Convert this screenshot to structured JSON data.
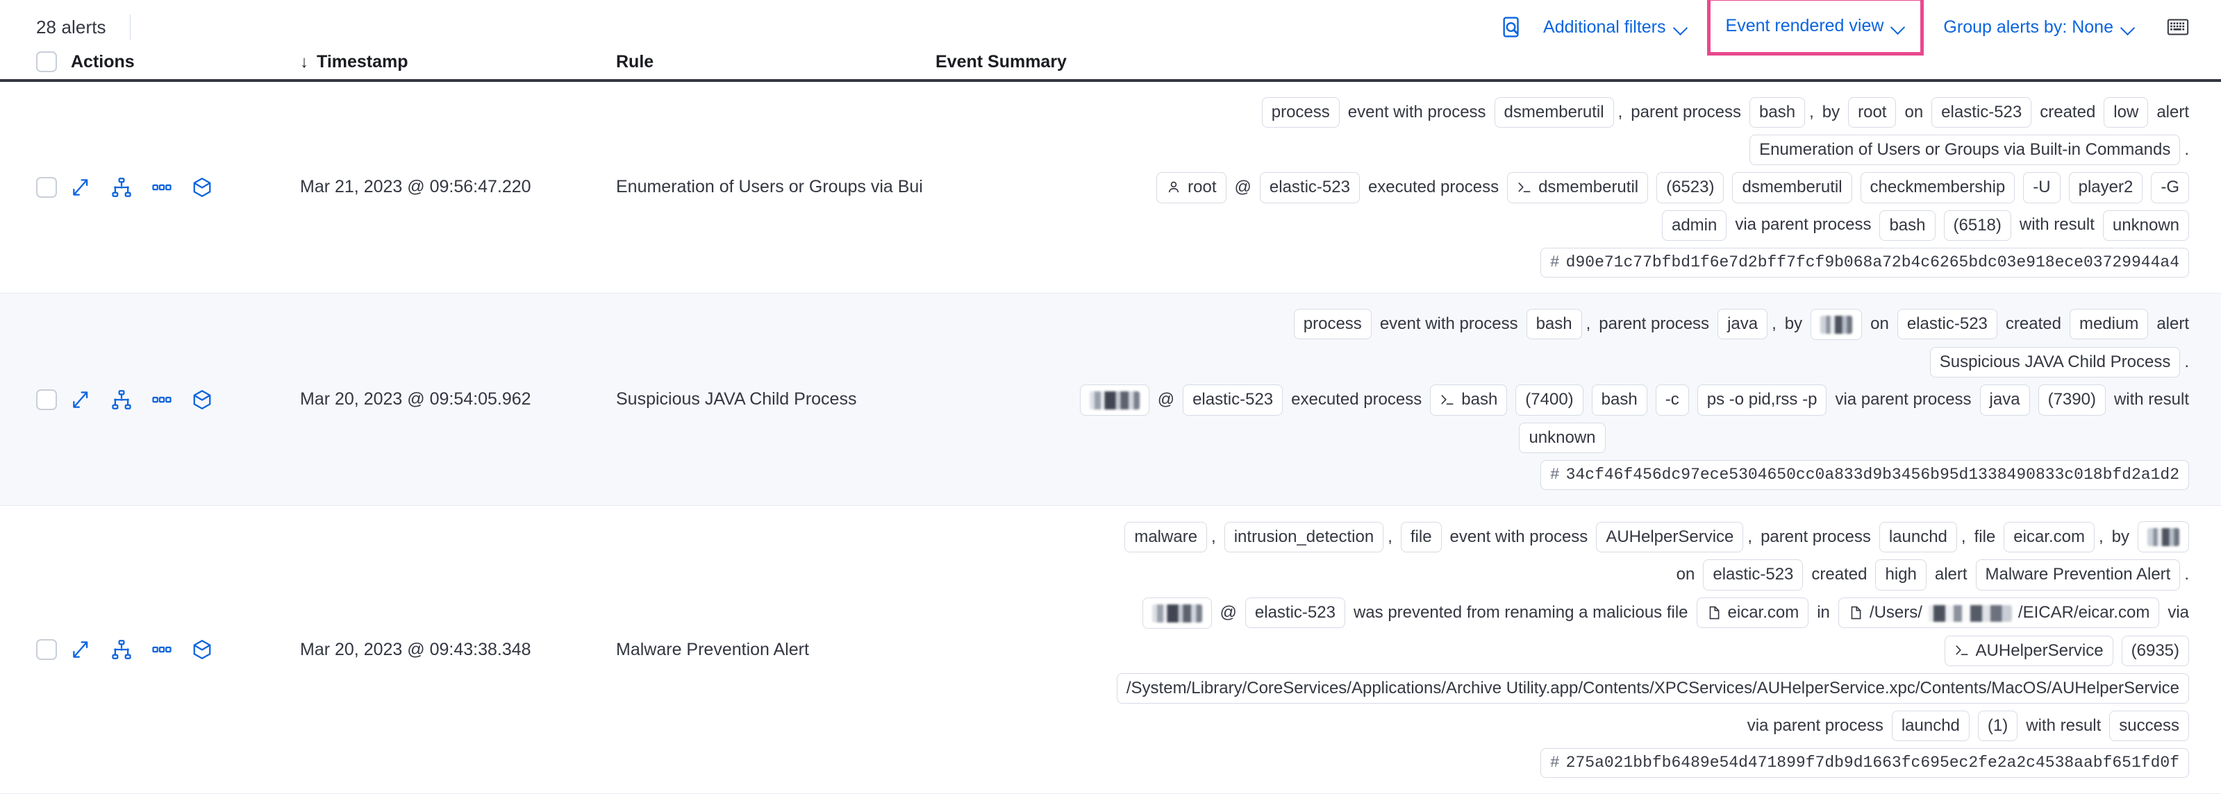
{
  "toolbar": {
    "alerts_count": "28 alerts",
    "additional_filters": "Additional filters",
    "event_rendered_view": "Event rendered view",
    "group_alerts_by": "Group alerts by: None",
    "inspect_icon": "inspect-icon",
    "keyboard_icon": "keyboard-shortcuts-icon",
    "highlight_color": "#e9488e",
    "link_color": "#0b64dd"
  },
  "table": {
    "columns": {
      "actions": "Actions",
      "timestamp": "Timestamp",
      "rule": "Rule",
      "event_summary": "Event Summary",
      "sort_indicator": "↓"
    },
    "row_action_icons": [
      "expand-icon",
      "session-view-icon",
      "more-actions-icon",
      "analyzer-cube-icon"
    ]
  },
  "rows": [
    {
      "timestamp": "Mar 21, 2023 @ 09:56:47.220",
      "rule": "Enumeration of Users or Groups via Bui",
      "summary_lines": [
        {
          "align": "right",
          "tokens": [
            {
              "t": "chip",
              "v": "process"
            },
            {
              "t": "text",
              "v": "event with process"
            },
            {
              "t": "chip",
              "v": "dsmemberutil"
            },
            {
              "t": "punct",
              "v": ","
            },
            {
              "t": "text",
              "v": "parent process"
            },
            {
              "t": "chip",
              "v": "bash"
            },
            {
              "t": "punct",
              "v": ","
            },
            {
              "t": "text",
              "v": "by"
            },
            {
              "t": "chip",
              "v": "root"
            },
            {
              "t": "text",
              "v": "on"
            },
            {
              "t": "chip",
              "v": "elastic-523"
            },
            {
              "t": "text",
              "v": "created"
            },
            {
              "t": "chip",
              "v": "low"
            },
            {
              "t": "text",
              "v": "alert"
            }
          ]
        },
        {
          "align": "right",
          "tokens": [
            {
              "t": "chip",
              "v": "Enumeration of Users or Groups via Built-in Commands"
            },
            {
              "t": "punct",
              "v": "."
            }
          ]
        },
        {
          "align": "right",
          "tokens": [
            {
              "t": "chip",
              "v": "root",
              "icon": "user-icon"
            },
            {
              "t": "text",
              "v": "@"
            },
            {
              "t": "chip",
              "v": "elastic-523"
            },
            {
              "t": "text",
              "v": "executed process"
            },
            {
              "t": "chip",
              "v": "dsmemberutil",
              "icon": "console-icon"
            },
            {
              "t": "chip",
              "v": "(6523)"
            },
            {
              "t": "chip",
              "v": "dsmemberutil"
            },
            {
              "t": "chip",
              "v": "checkmembership"
            },
            {
              "t": "chip",
              "v": "-U"
            },
            {
              "t": "chip",
              "v": "player2"
            },
            {
              "t": "chip",
              "v": "-G"
            }
          ]
        },
        {
          "align": "right",
          "tokens": [
            {
              "t": "chip",
              "v": "admin"
            },
            {
              "t": "text",
              "v": "via parent process"
            },
            {
              "t": "chip",
              "v": "bash"
            },
            {
              "t": "chip",
              "v": "(6518)"
            },
            {
              "t": "text",
              "v": "with result"
            },
            {
              "t": "chip",
              "v": "unknown"
            }
          ]
        },
        {
          "align": "right",
          "tokens": [
            {
              "t": "hash",
              "v": "d90e71c77bfbd1f6e7d2bff7fcf9b068a72b4c6265bdc03e918ece03729944a4"
            }
          ]
        }
      ]
    },
    {
      "timestamp": "Mar 20, 2023 @ 09:54:05.962",
      "rule": "Suspicious JAVA Child Process",
      "summary_lines": [
        {
          "align": "right",
          "tokens": [
            {
              "t": "chip",
              "v": "process"
            },
            {
              "t": "text",
              "v": "event with process"
            },
            {
              "t": "chip",
              "v": "bash"
            },
            {
              "t": "punct",
              "v": ","
            },
            {
              "t": "text",
              "v": "parent process"
            },
            {
              "t": "chip",
              "v": "java"
            },
            {
              "t": "punct",
              "v": ","
            },
            {
              "t": "text",
              "v": "by"
            },
            {
              "t": "redacted",
              "v": ""
            },
            {
              "t": "text",
              "v": "on"
            },
            {
              "t": "chip",
              "v": "elastic-523"
            },
            {
              "t": "text",
              "v": "created"
            },
            {
              "t": "chip",
              "v": "medium"
            },
            {
              "t": "text",
              "v": "alert"
            }
          ]
        },
        {
          "align": "right",
          "tokens": [
            {
              "t": "chip",
              "v": "Suspicious JAVA Child Process"
            },
            {
              "t": "punct",
              "v": "."
            }
          ]
        },
        {
          "align": "right",
          "tokens": [
            {
              "t": "redacted-wide",
              "v": ""
            },
            {
              "t": "text",
              "v": "@"
            },
            {
              "t": "chip",
              "v": "elastic-523"
            },
            {
              "t": "text",
              "v": "executed process"
            },
            {
              "t": "chip",
              "v": "bash",
              "icon": "console-icon"
            },
            {
              "t": "chip",
              "v": "(7400)"
            },
            {
              "t": "chip",
              "v": "bash"
            },
            {
              "t": "chip",
              "v": "-c"
            },
            {
              "t": "chip",
              "v": "ps -o pid,rss -p"
            },
            {
              "t": "text",
              "v": "via parent process"
            },
            {
              "t": "chip",
              "v": "java"
            },
            {
              "t": "chip",
              "v": "(7390)"
            },
            {
              "t": "text",
              "v": "with result"
            }
          ]
        },
        {
          "align": "center",
          "tokens": [
            {
              "t": "chip",
              "v": "unknown"
            }
          ]
        },
        {
          "align": "right",
          "tokens": [
            {
              "t": "hash",
              "v": "34cf46f456dc97ece5304650cc0a833d9b3456b95d1338490833c018bfd2a1d2"
            }
          ]
        }
      ]
    },
    {
      "timestamp": "Mar 20, 2023 @ 09:43:38.348",
      "rule": "Malware Prevention Alert",
      "summary_lines": [
        {
          "align": "right",
          "tokens": [
            {
              "t": "chip",
              "v": "malware"
            },
            {
              "t": "punct",
              "v": ","
            },
            {
              "t": "chip",
              "v": "intrusion_detection"
            },
            {
              "t": "punct",
              "v": ","
            },
            {
              "t": "chip",
              "v": "file"
            },
            {
              "t": "text",
              "v": "event with process"
            },
            {
              "t": "chip",
              "v": "AUHelperService"
            },
            {
              "t": "punct",
              "v": ","
            },
            {
              "t": "text",
              "v": "parent process"
            },
            {
              "t": "chip",
              "v": "launchd"
            },
            {
              "t": "punct",
              "v": ","
            },
            {
              "t": "text",
              "v": "file"
            },
            {
              "t": "chip",
              "v": "eicar.com"
            },
            {
              "t": "punct",
              "v": ","
            },
            {
              "t": "text",
              "v": "by"
            },
            {
              "t": "redacted",
              "v": ""
            }
          ]
        },
        {
          "align": "right",
          "tokens": [
            {
              "t": "text",
              "v": "on"
            },
            {
              "t": "chip",
              "v": "elastic-523"
            },
            {
              "t": "text",
              "v": "created"
            },
            {
              "t": "chip",
              "v": "high"
            },
            {
              "t": "text",
              "v": "alert"
            },
            {
              "t": "chip",
              "v": "Malware Prevention Alert"
            },
            {
              "t": "punct",
              "v": "."
            }
          ]
        },
        {
          "align": "right",
          "tokens": [
            {
              "t": "redacted-wide",
              "v": ""
            },
            {
              "t": "text",
              "v": "@"
            },
            {
              "t": "chip",
              "v": "elastic-523"
            },
            {
              "t": "text",
              "v": "was prevented from renaming a malicious file"
            },
            {
              "t": "chip",
              "v": "eicar.com",
              "icon": "file-icon"
            },
            {
              "t": "text",
              "v": "in"
            },
            {
              "t": "chip-redacted-path",
              "prefix": "/Users/",
              "suffix": "/EICAR/eicar.com",
              "icon": "file-icon"
            },
            {
              "t": "text",
              "v": "via"
            }
          ]
        },
        {
          "align": "right",
          "tokens": [
            {
              "t": "chip",
              "v": "AUHelperService",
              "icon": "console-icon"
            },
            {
              "t": "chip",
              "v": "(6935)"
            }
          ]
        },
        {
          "align": "right",
          "tokens": [
            {
              "t": "chip",
              "v": "/System/Library/CoreServices/Applications/Archive Utility.app/Contents/XPCServices/AUHelperService.xpc/Contents/MacOS/AUHelperService"
            }
          ]
        },
        {
          "align": "right",
          "tokens": [
            {
              "t": "text",
              "v": "via parent process"
            },
            {
              "t": "chip",
              "v": "launchd"
            },
            {
              "t": "chip",
              "v": "(1)"
            },
            {
              "t": "text",
              "v": "with result"
            },
            {
              "t": "chip",
              "v": "success"
            }
          ]
        },
        {
          "align": "right",
          "tokens": [
            {
              "t": "hash",
              "v": "275a021bbfb6489e54d471899f7db9d1663fc695ec2fe2a2c4538aabf651fd0f"
            }
          ]
        }
      ]
    }
  ]
}
